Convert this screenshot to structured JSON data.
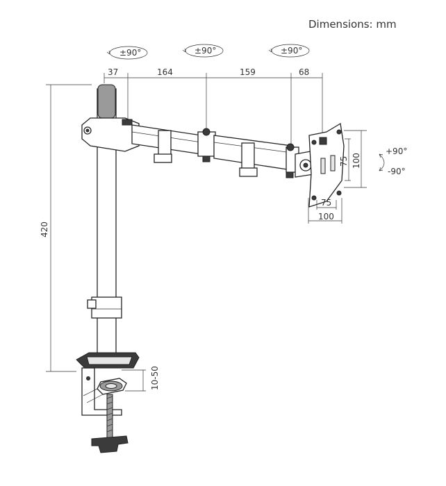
{
  "title": "Dimensions: mm",
  "rotation_labels": [
    "±90°",
    "±90°",
    "±90°"
  ],
  "arm_dimensions": [
    "37",
    "164",
    "159",
    "68"
  ],
  "height_dimension": "420",
  "clamp_dimension": "10-50",
  "vesa": {
    "height_small": "75",
    "height_large": "100",
    "width_small": "75",
    "width_large": "100"
  },
  "tilt": {
    "up": "+90°",
    "down": "-90°"
  }
}
